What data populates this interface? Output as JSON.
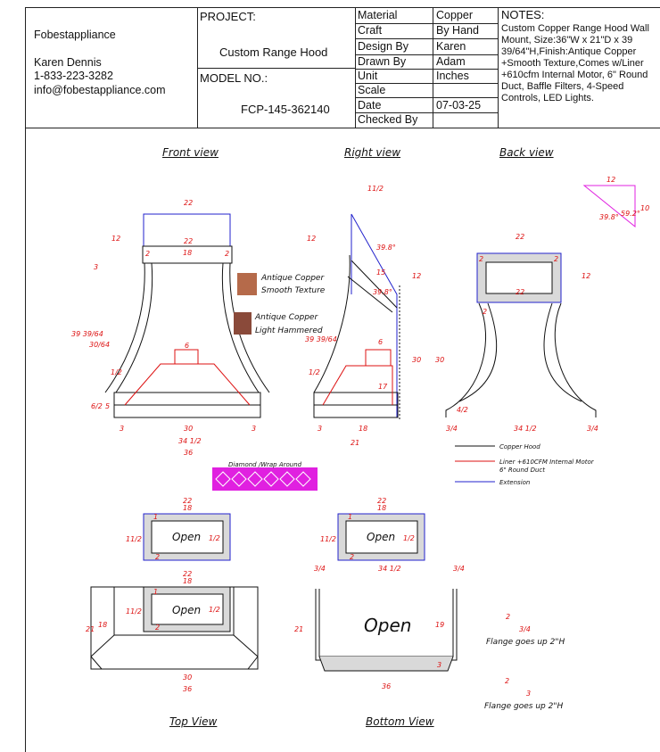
{
  "company": {
    "name": "Fobestappliance",
    "contact_name": "Karen Dennis",
    "phone": "1-833-223-3282",
    "email": "info@fobestappliance.com"
  },
  "project": {
    "project_label": "PROJECT:",
    "project_value": "Custom Range Hood",
    "model_label": "MODEL NO.:",
    "model_value": "FCP-145-362140"
  },
  "spec_table": [
    {
      "label": "Material",
      "value": "Copper"
    },
    {
      "label": "Craft",
      "value": "By Hand"
    },
    {
      "label": "Design By",
      "value": "Karen"
    },
    {
      "label": "Drawn By",
      "value": "Adam"
    },
    {
      "label": "Unit",
      "value": "Inches"
    },
    {
      "label": "Scale",
      "value": ""
    },
    {
      "label": "Date",
      "value": "07-03-25"
    },
    {
      "label": "Checked By",
      "value": ""
    }
  ],
  "notes": {
    "title": "NOTES:",
    "text": "Custom Copper Range Hood Wall Mount, Size:36\"W x 21\"D x 39 39/64\"H,Finish:Antique Copper +Smooth Texture,Comes w/Liner +610cfm Internal Motor, 6\" Round Duct, Baffle Filters, 4-Speed Controls, LED Lights."
  },
  "views": {
    "front": "Front view",
    "right": "Right view",
    "back": "Back view",
    "top": "Top View",
    "bottom": "Bottom View"
  },
  "finishes": {
    "smooth_line1": "Antique Copper",
    "smooth_line2": "Smooth Texture",
    "hammered_line1": "Antique Copper",
    "hammered_line2": "Light Hammered",
    "band": "Diamond /Wrap Around"
  },
  "legend": [
    {
      "label": "Copper Hood",
      "color": "#111111"
    },
    {
      "label": "Liner +610CFM Internal Motor",
      "color": "#dd1111"
    },
    {
      "label": "6\" Round Duct",
      "color": "#dd1111"
    },
    {
      "label": "Extension",
      "color": "#2222cc"
    }
  ],
  "annotations": {
    "open": "Open",
    "flange": "Flange goes up 2\"H"
  },
  "dimensions": {
    "front": [
      "22",
      "12",
      "22",
      "18",
      "2",
      "2",
      "3",
      "39 39/64",
      "30/64",
      "1/2",
      "6",
      "1/2",
      "5",
      "3",
      "30",
      "3",
      "34 1/2",
      "36",
      "6"
    ],
    "right": [
      "11/2",
      "12",
      "39.8°",
      "15",
      "12",
      "39.8°",
      "30",
      "1/2",
      "6",
      "17",
      "3",
      "18",
      "21",
      "39 39/64"
    ],
    "back": [
      "12",
      "10",
      "39.8°",
      "59.2°",
      "22",
      "2",
      "2",
      "12",
      "22",
      "2",
      "30",
      "4/2",
      "34 1/2",
      "3/4",
      "3/4"
    ],
    "top": [
      "22",
      "18",
      "1",
      "11/2",
      "1/2",
      "2",
      "22",
      "18",
      "1",
      "11/2",
      "1/2",
      "2",
      "21",
      "18",
      "30",
      "36"
    ],
    "bottom": [
      "22",
      "18",
      "1",
      "11/2",
      "1/2",
      "2",
      "3/4",
      "34 1/2",
      "3/4",
      "21",
      "19",
      "36",
      "3",
      "2",
      "3/4",
      "2",
      "3"
    ]
  },
  "colors": {
    "hood": "#111111",
    "liner": "#dd1111",
    "extension": "#2222cc",
    "band": "#e020e0",
    "fill_gray": "#d9d9d9",
    "copper": "#b56a4a"
  }
}
